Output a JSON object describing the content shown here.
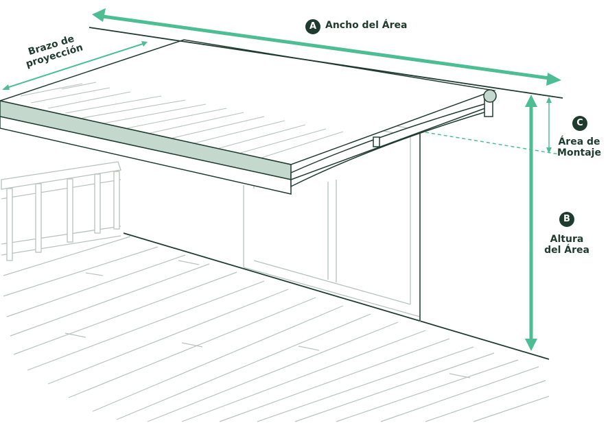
{
  "labels": {
    "a": {
      "letter": "A",
      "text": "Ancho del Área"
    },
    "b": {
      "letter": "B",
      "line1": "Altura",
      "line2": "del Área"
    },
    "c": {
      "letter": "C",
      "line1": "Área de",
      "line2": "Montaje"
    },
    "arm": {
      "line1": "Brazo de",
      "line2": "proyección"
    }
  },
  "colors": {
    "line": "#1f3b30",
    "accent": "#4dbd93",
    "panel": "#c5d8cd",
    "floor": "#b8c2bd"
  }
}
